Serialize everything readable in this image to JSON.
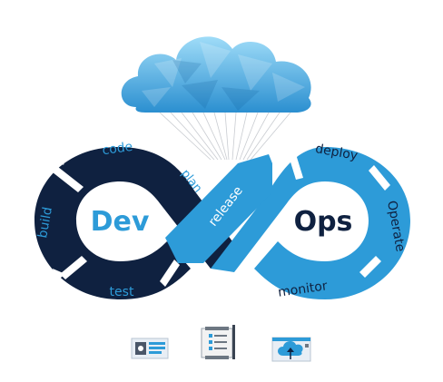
{
  "diagram": {
    "dev_label": "Dev",
    "ops_label": "Ops",
    "stages": {
      "code": "code",
      "build": "build",
      "test": "test",
      "plan": "plan",
      "release": "release",
      "deploy": "deploy",
      "operate": "Operate",
      "monitor": "monitor"
    }
  },
  "colors": {
    "navy": "#0f2140",
    "blue": "#2d9bd8",
    "cloud_light": "#8fd3f5",
    "cloud_dark": "#2a90cf"
  },
  "icons": [
    "server-dashboard-icon",
    "document-scroll-icon",
    "cloud-upload-dashboard-icon"
  ]
}
